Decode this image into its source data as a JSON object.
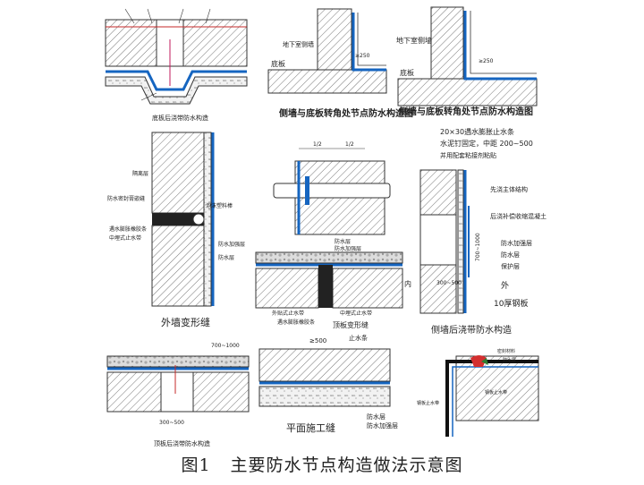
{
  "figure": {
    "number": "图1",
    "title": "主要防水节点构造做法示意图"
  },
  "panels": {
    "p1": {
      "title": "底板后浇带防水构造"
    },
    "p2": {
      "title": "侧墙与底板转角处节点防水构造图",
      "label_wall": "地下室侧墙",
      "label_base": "底板",
      "dim": "≥250"
    },
    "p3": {
      "title": "侧墙与底板转角处节点防水构造图",
      "label_wall": "地下室侧墙",
      "label_base": "底板",
      "dim": "≥250"
    },
    "p4": {
      "title": "外墙变形缝",
      "labels": [
        "隔离层",
        "防水密封膏嵌缝",
        "泡沫塑料棒",
        "遇水膨胀橡胶条",
        "中埋式止水带",
        "防水加强层",
        "防水层"
      ]
    },
    "p5": {
      "dims": [
        "1/2",
        "1/2"
      ]
    },
    "p6": {
      "title": "侧墙后浇带防水构造",
      "header_lines": [
        "20×30遇水膨胀止水条",
        "水泥钉固定，中距 200~500",
        "并用配套粘接剂粘贴"
      ],
      "labels": [
        "先浇主体结构",
        "后浇补偿收缩混凝土",
        "防水加强层",
        "防水层",
        "保护层",
        "外",
        "10厚钢板"
      ],
      "dim_a": "300~500",
      "dim_b": "700~1000"
    },
    "p7": {
      "title": "顶板变形缝",
      "labels": [
        "防水层",
        "防水加强层",
        "外贴式止水带",
        "中埋式止水带",
        "遇水膨胀橡胶条",
        "内"
      ]
    },
    "p8": {
      "title": "顶板后浇带防水构造",
      "dims": [
        "700~1000",
        "300~500"
      ]
    },
    "p9": {
      "title": "平面施工缝",
      "labels": [
        "止水条",
        "防水层",
        "防水加强层"
      ],
      "dim": "≥500"
    },
    "p10": {
      "labels": [
        "密封材料",
        "防水层",
        "钢板止水带",
        "钢板止水带"
      ]
    }
  }
}
